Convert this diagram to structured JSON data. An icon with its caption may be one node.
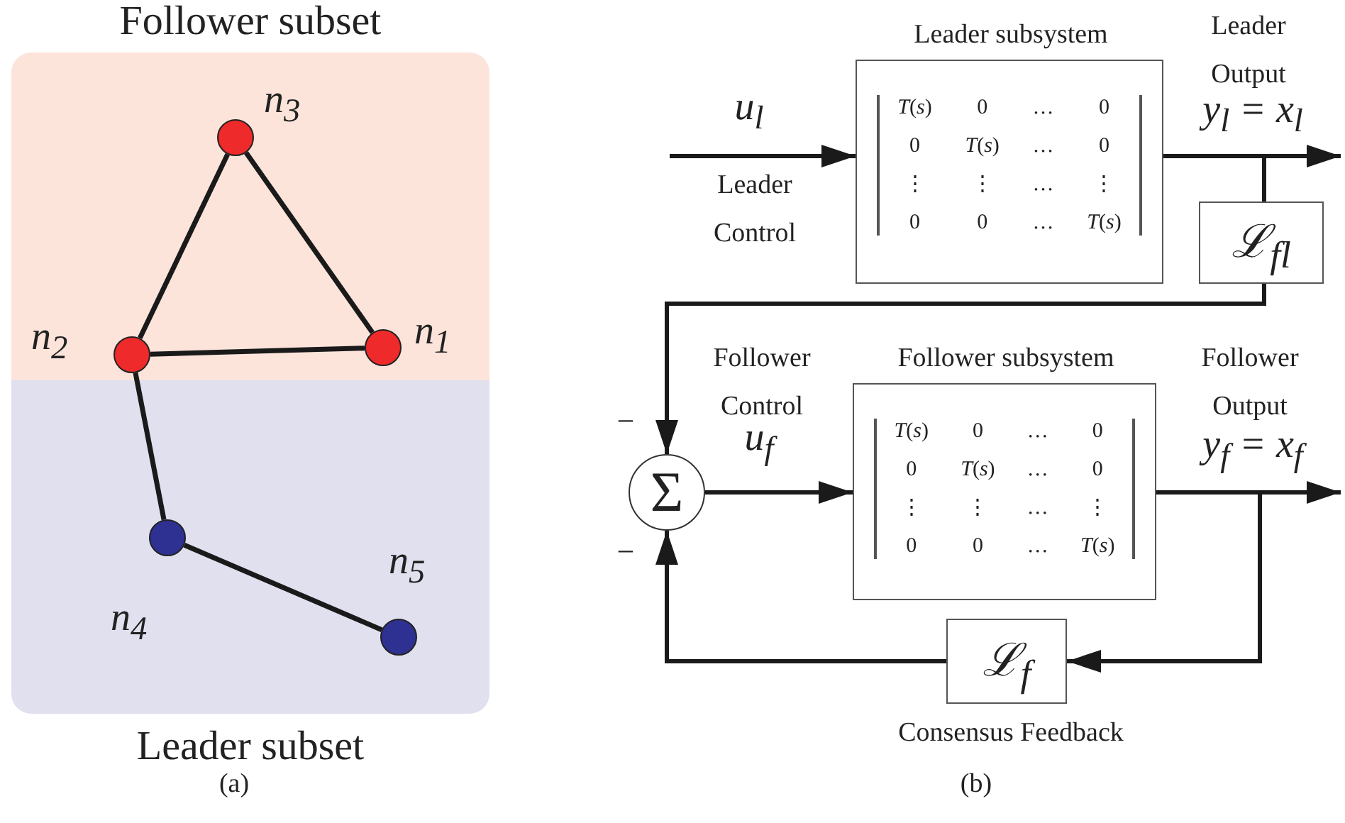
{
  "diagram": {
    "nodes": [
      {
        "text": [
          "Follower subset"
        ]
      },
      {
        "text": [],
        "shape": "circle",
        "in": 0,
        "beside": [
          "n$_{3}$"
        ]
      },
      {
        "text": [],
        "shape": "circle",
        "in": 0,
        "beside": [
          "n$_{2}$"
        ]
      },
      {
        "text": [],
        "shape": "circle",
        "in": 0,
        "beside": [
          "n$_{1}$"
        ]
      },
      {
        "text": [
          "Leader subset"
        ]
      },
      {
        "text": [],
        "shape": "circle",
        "in": 4,
        "beside": [
          "n$_{4}$"
        ]
      },
      {
        "text": [],
        "shape": "circle",
        "in": 4,
        "beside": [
          "n$_{5}$"
        ]
      },
      {
        "text": [
          "Leader subsystem",
          "*T*(*s*) 0 … 0 0 *T*(*s*) … 0 ⋮ ⋮ … ⋮ 0 0 … *T*(*s*)"
        ]
      },
      {
        "text": [
          "ℒ$_{fl}$"
        ]
      },
      {
        "text": [
          "Σ"
        ]
      },
      {
        "text": [
          "Follower subsystem",
          "*T*(*s*) 0 … 0 0 *T*(*s*) … 0 ⋮ ⋮ … ⋮ 0 0 … *T*(*s*)"
        ]
      },
      {
        "text": [
          "ℒ$_{f}$"
        ],
        "beside": [
          "Consensus Feedback"
        ]
      }
    ],
    "edges": [
      {
        "from": 1,
        "to": 2,
        "arrow": "none"
      },
      {
        "from": 1,
        "to": 3,
        "arrow": "none"
      },
      {
        "from": 2,
        "to": 3,
        "arrow": "none"
      },
      {
        "from": 2,
        "to": 5,
        "arrow": "none"
      },
      {
        "from": 5,
        "to": 6,
        "arrow": "none"
      },
      {
        "from": null,
        "to": 7,
        "arrow": "to",
        "label": "u$_{l}$"
      },
      {
        "from": 7,
        "to": null,
        "arrow": "to",
        "label": "y$_{l}$ = x$_{l}$"
      },
      {
        "from": 7,
        "to": 8,
        "arrow": "none"
      },
      {
        "from": 8,
        "to": 9,
        "arrow": "to"
      },
      {
        "from": 9,
        "to": 10,
        "arrow": "to",
        "label": "u$_{f}$"
      },
      {
        "from": 10,
        "to": null,
        "arrow": "to",
        "label": "y$_{f}$ = x$_{f}$"
      },
      {
        "from": 10,
        "to": 11,
        "arrow": "to"
      },
      {
        "from": 11,
        "to": 9,
        "arrow": "to"
      }
    ],
    "labels": [
      "Leader Output",
      "Leader Control",
      "Follower Control",
      "Follower Output",
      "−",
      "−",
      "(a)",
      "(b)"
    ]
  }
}
